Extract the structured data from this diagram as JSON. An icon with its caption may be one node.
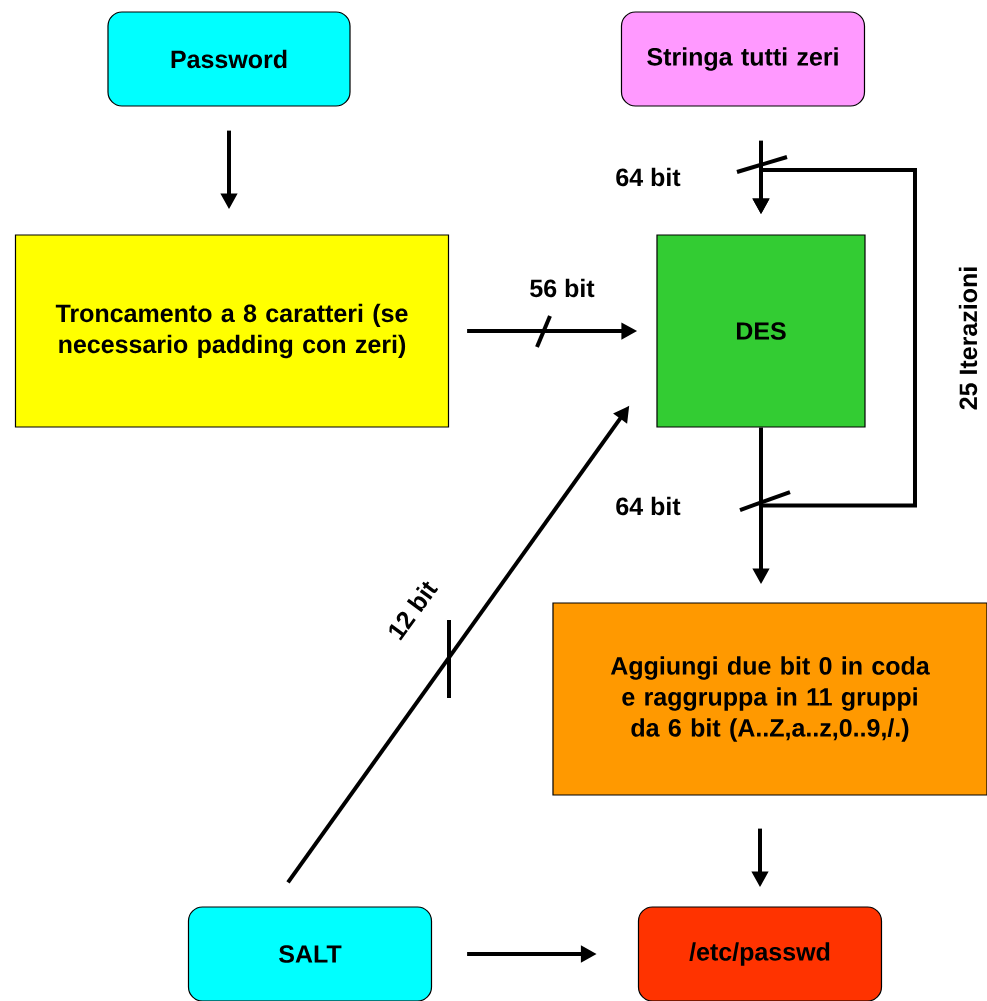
{
  "diagram": {
    "nodes": [
      {
        "text": [
          "Password"
        ]
      },
      {
        "text": [
          "Stringa tutti zeri"
        ]
      },
      {
        "text": [
          "Troncamento a 8 caratteri (se necessario padding con zeri)"
        ]
      },
      {
        "text": [
          "DES"
        ]
      },
      {
        "text": [
          "Aggiungi due bit 0 in coda e raggruppa in 11 gruppi da 6 bit (A..Z,a..z,0..9,/.)"
        ]
      },
      {
        "text": [
          "SALT"
        ]
      },
      {
        "text": [
          "/etc/passwd"
        ]
      }
    ],
    "edges": [
      {
        "from": 0,
        "to": 2,
        "arrow": "to"
      },
      {
        "from": 1,
        "to": 3,
        "arrow": "to",
        "label": "64 bit"
      },
      {
        "from": 2,
        "to": 3,
        "arrow": "to",
        "label": "56 bit"
      },
      {
        "from": 5,
        "to": 3,
        "arrow": "to",
        "label": "12 bit"
      },
      {
        "from": 3,
        "to": 4,
        "arrow": "to",
        "label": "64 bit"
      },
      {
        "from": 3,
        "to": 3,
        "arrow": "to",
        "label": "25 Iterazioni"
      },
      {
        "from": 4,
        "to": 6,
        "arrow": "to"
      },
      {
        "from": 5,
        "to": 6,
        "arrow": "to"
      }
    ]
  }
}
